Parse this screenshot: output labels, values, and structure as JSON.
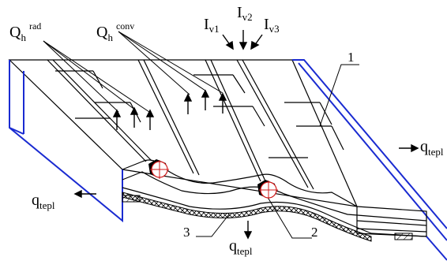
{
  "labels": {
    "q_rad_main": "Q",
    "q_rad_sub": "h",
    "q_rad_sup": "rad",
    "q_conv_main": "Q",
    "q_conv_sub": "h",
    "q_conv_sup": "conv",
    "iv1_main": "I",
    "iv1_sub": "v1",
    "iv2_main": "I",
    "iv2_sub": "v2",
    "iv3_main": "I",
    "iv3_sub": "v3",
    "q_right_main": "q",
    "q_right_sub": "tepl",
    "q_left_main": "q",
    "q_left_sub": "tepl",
    "q_bottom_main": "q",
    "q_bottom_sub": "tepl",
    "num_1": "1",
    "num_2": "2",
    "num_3": "3"
  },
  "colors": {
    "frame_blue": "#1a2bd1",
    "line_black": "#000000",
    "pipe_red": "#d11a1a"
  }
}
